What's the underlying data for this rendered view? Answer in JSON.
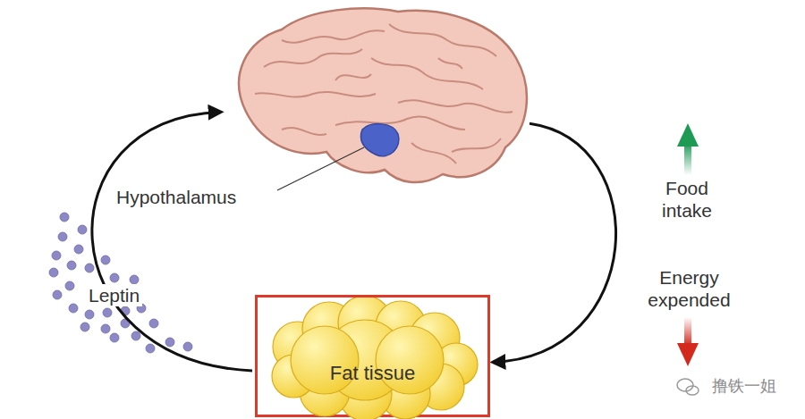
{
  "diagram": {
    "nodes": [
      {
        "text": [
          "Hypothalamus"
        ]
      },
      {
        "text": [
          "Fat tissue"
        ]
      }
    ],
    "edges": [
      {
        "from": 1,
        "to": 0,
        "arrow": "to",
        "label": "Leptin"
      },
      {
        "from": 0,
        "to": 1,
        "arrow": "to"
      }
    ],
    "labels": [
      "Food intake",
      "Energy expended",
      "撸铁一姐"
    ]
  }
}
